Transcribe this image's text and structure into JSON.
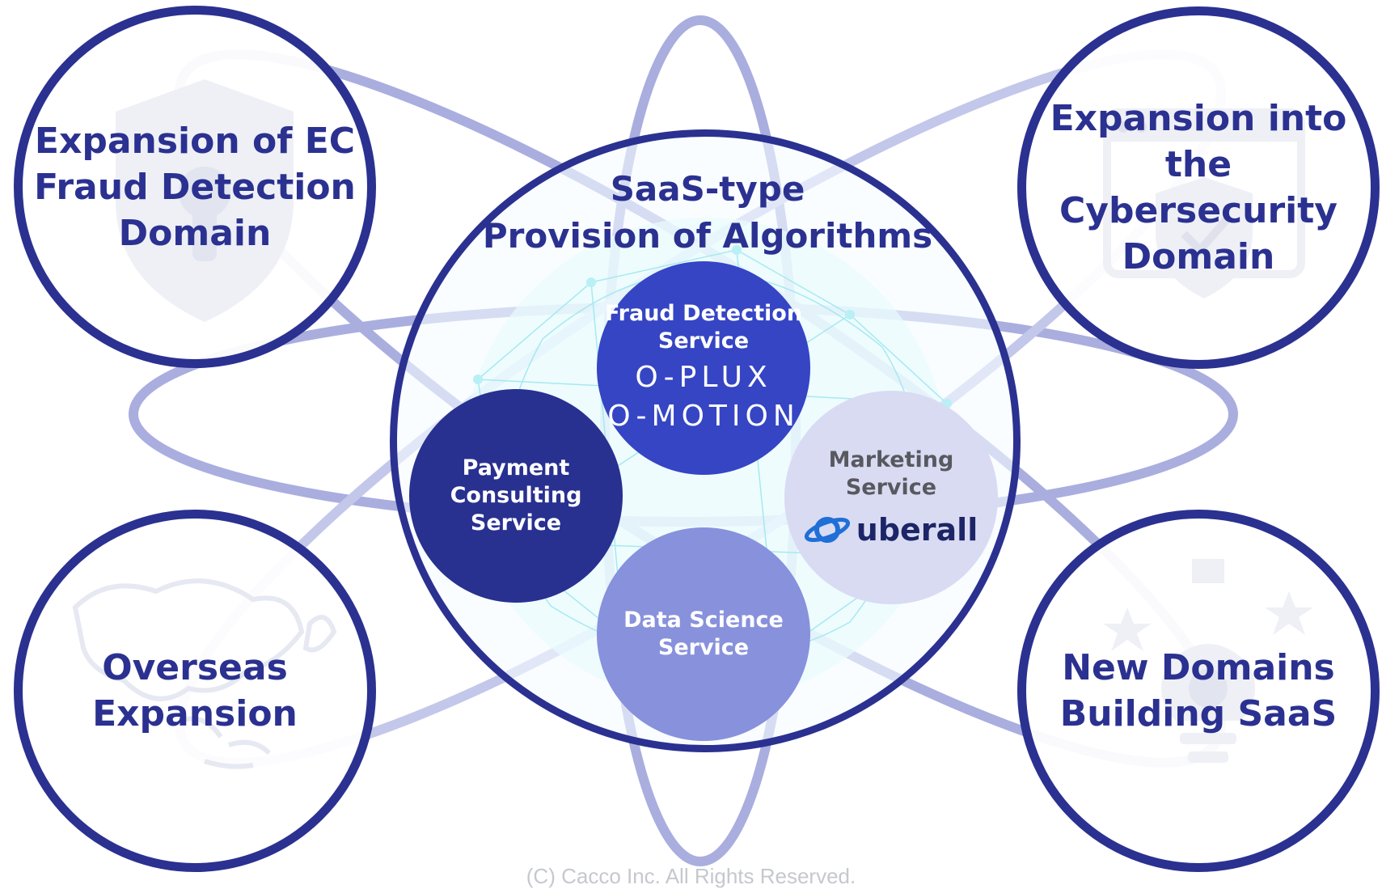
{
  "center": {
    "title": "SaaS-type\nProvision of Algorithms"
  },
  "corners": {
    "top_left": "Expansion of EC\nFraud Detection\nDomain",
    "top_right": "Expansion into\nthe Cybersecurity\nDomain",
    "bottom_left": "Overseas\nExpansion",
    "bottom_right": "New Domains\nBuilding SaaS"
  },
  "services": {
    "fraud": {
      "label": "Fraud Detection\nService",
      "logo1": "O-PLUX",
      "logo2": "O-MOTION"
    },
    "payment": {
      "label": "Payment\nConsulting\nService"
    },
    "marketing": {
      "label": "Marketing\nService",
      "logo": "uberall"
    },
    "datascience": {
      "label": "Data Science\nService"
    }
  },
  "icons": {
    "top_left": "shield-lock-icon",
    "top_right": "browser-shield-icon",
    "bottom_left": "asia-map-icon",
    "bottom_right": "lightbulb-gear-icon",
    "center": "globe-network-icon",
    "marketing": "planet-logo-icon"
  },
  "colors": {
    "navy": "#2b3190",
    "orbit": "#a9aedf",
    "fraud": "#3545c4",
    "payment": "#283090",
    "marketing": "#d9dbf3",
    "datascience": "#8891dc"
  },
  "footer": "(C)  Cacco Inc. All Rights Reserved."
}
